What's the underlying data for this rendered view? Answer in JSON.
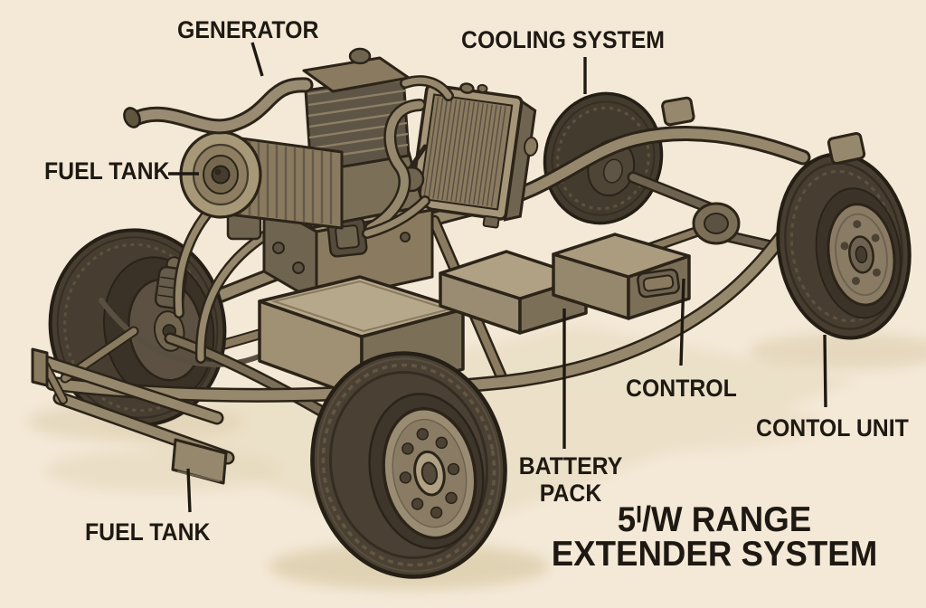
{
  "title": {
    "line1": "5ᴵ/W RANGE",
    "line2": "EXTENDER SYSTEM"
  },
  "labels": {
    "generator": {
      "text": "GENERATOR"
    },
    "cooling_system": {
      "text": "COOLING SYSTEM"
    },
    "fuel_tank_top": {
      "text": "FUEL TANK"
    },
    "fuel_tank_bottom": {
      "text": "FUEL TANK"
    },
    "battery_pack": {
      "line1": "BATTERY",
      "line2": "PACK"
    },
    "control": {
      "text": "CONTROL"
    },
    "control_unit": {
      "text": "CONTOL UNIT"
    }
  },
  "illustration": {
    "colors": {
      "background": "#f4e9d7",
      "ink": "#1e1912",
      "outline": "#2c2418",
      "khaki_light": "#b6a88b",
      "khaki_mid": "#96886c",
      "khaki_dark": "#6f6450",
      "metal_dark": "#5c5243",
      "tire": "#473e31",
      "ground_shadow": "#e9ddc3"
    }
  }
}
